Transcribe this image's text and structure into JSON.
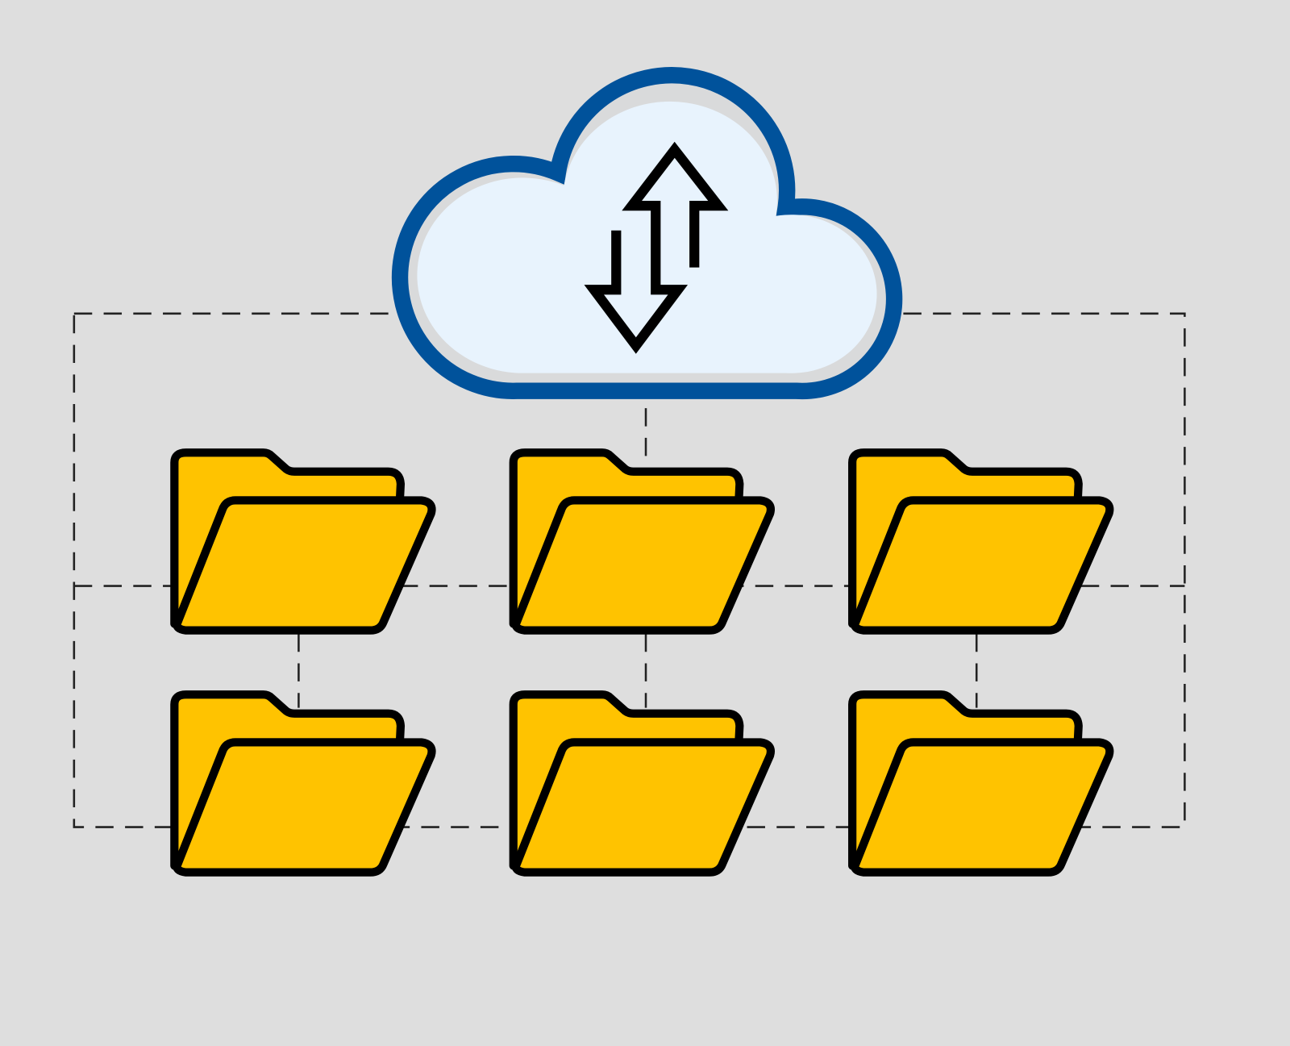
{
  "diagram": {
    "description_icons": [
      "cloud-sync-icon",
      "folder-open-icon"
    ],
    "folder_count": 6,
    "folder_rows": 2,
    "folder_columns": 3,
    "colors": {
      "background": "#dedede",
      "cloud_outline": "#00529b",
      "cloud_fill": "#e8f3fd",
      "cloud_inner_band": "#d9dadb",
      "folder_fill": "#ffc300",
      "outline": "#000000",
      "connector": "#222222"
    }
  }
}
